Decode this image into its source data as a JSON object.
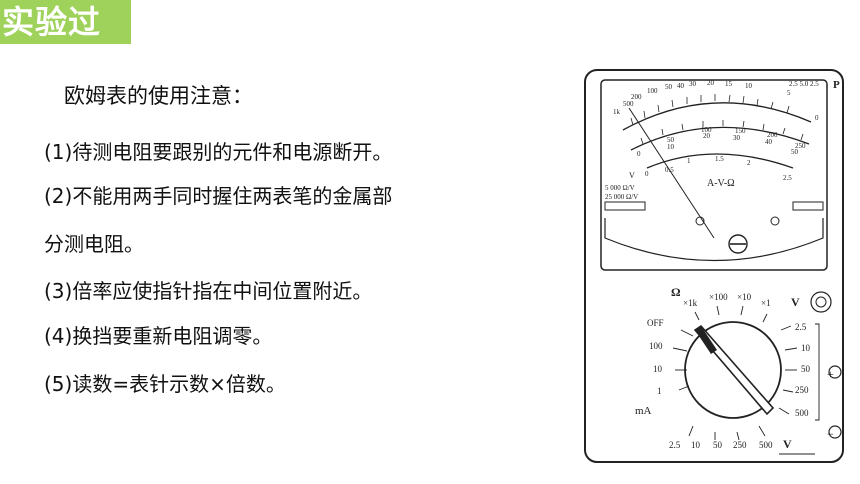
{
  "title": "实验过程",
  "intro": "欧姆表的使用注意：",
  "items": [
    "(1)待测电阻要跟别的元件和电源断开。",
    "(2)不能用两手同时握住两表笔的金属部",
    "分测电阻。",
    "(3)倍率应使指针指在中间位置附近。",
    "(4)换挡要重新电阻调零。",
    "(5)读数=表针示数×倍数。"
  ],
  "meter": {
    "ohm_scale_labels": [
      "1k",
      "500",
      "200",
      "100",
      "50",
      "40",
      "30",
      "20",
      "15",
      "10",
      "5",
      "0"
    ],
    "dc_scale_labels": [
      "0",
      "50",
      "10",
      "20",
      "100",
      "30",
      "150",
      "40",
      "200",
      "50",
      "250"
    ],
    "inner_labels": [
      "0",
      "0.5",
      "1",
      "1.5",
      "2",
      "2.5"
    ],
    "right_top_labels": "2.5 5.0 2.5",
    "p_label": "P",
    "unit_label": "A-V-Ω",
    "sensitivity_1": "5 000 Ω/V",
    "sensitivity_2": "25 000 Ω/V",
    "v_symbol": "V",
    "dial_ohm": "Ω",
    "dial_multipliers": [
      "×1k",
      "×100",
      "×10",
      "×1"
    ],
    "dial_v": "V",
    "dial_off": "OFF",
    "left_labels": [
      "100",
      "10",
      "1"
    ],
    "ma_label": "mA",
    "right_labels": [
      "2.5",
      "10",
      "50",
      "250",
      "500"
    ],
    "bottom_labels": [
      "2.5",
      "10",
      "50",
      "250",
      "500"
    ],
    "bottom_v": "V",
    "plus": "+",
    "minus": "−"
  }
}
